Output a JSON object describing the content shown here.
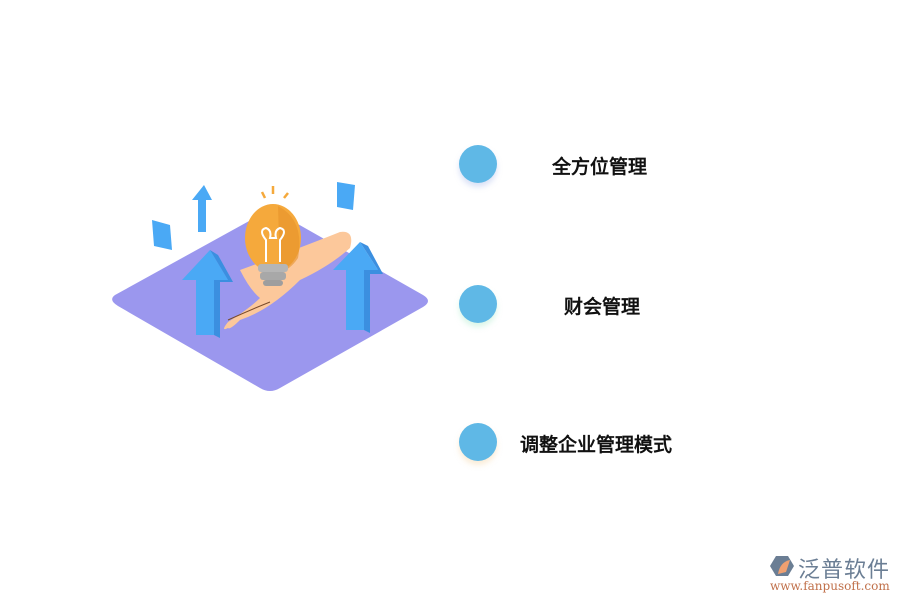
{
  "items": [
    {
      "label": "全方位管理"
    },
    {
      "label": "财会管理"
    },
    {
      "label": "调整企业管理模式"
    }
  ],
  "logo": {
    "name": "泛普软件",
    "url": "www.fanpusoft.com"
  },
  "colors": {
    "dot": "#5fb8e6",
    "platform": "#9b97ee",
    "arrow": "#4aa9f5",
    "bulb": "#f5a93c",
    "hand": "#fcc89b"
  }
}
